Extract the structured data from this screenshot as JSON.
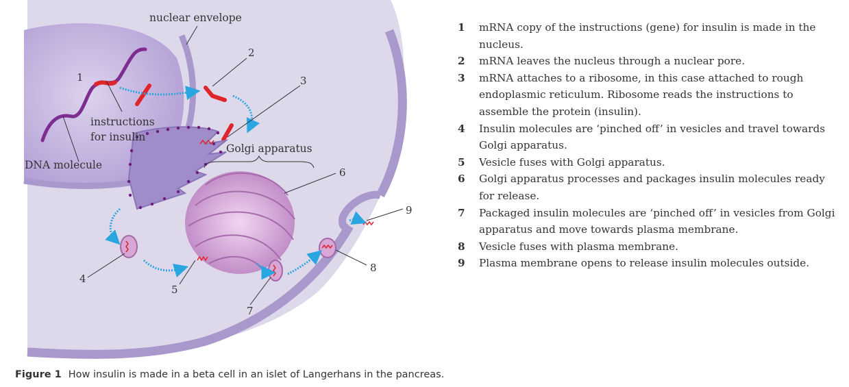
{
  "colors": {
    "cytoplasm": "#ddd8ea",
    "nucleus": "#bcaad8",
    "membrane": "#a898cc",
    "dna": "#7d2c8f",
    "insulin_gene": "#e0242b",
    "arrow": "#29a6e0",
    "golgi": "#c895cc",
    "er_dots": "#6e1d7c"
  },
  "labels": {
    "nuclear_envelope": "nuclear envelope",
    "instructions_line1": "instructions",
    "instructions_line2": "for insulin",
    "dna_molecule": "DNA molecule",
    "golgi_apparatus": "Golgi apparatus"
  },
  "diagram_numbers": [
    "1",
    "2",
    "3",
    "4",
    "5",
    "6",
    "7",
    "8",
    "9"
  ],
  "steps": [
    {
      "n": "1",
      "text": "mRNA copy of the instructions (gene) for insulin is made in the nucleus."
    },
    {
      "n": "2",
      "text": "mRNA leaves the nucleus through a nuclear pore."
    },
    {
      "n": "3",
      "text": "mRNA attaches to a ribosome, in this case attached to rough endoplasmic reticulum. Ribosome reads the instructions to assemble the protein (insulin)."
    },
    {
      "n": "4",
      "text": "Insulin molecules are ‘pinched off’ in vesicles and travel towards Golgi apparatus."
    },
    {
      "n": "5",
      "text": "Vesicle fuses with Golgi apparatus."
    },
    {
      "n": "6",
      "text": "Golgi apparatus processes and packages insulin molecules ready for release."
    },
    {
      "n": "7",
      "text": "Packaged insulin molecules are ‘pinched off’ in vesicles from Golgi apparatus and move towards plasma membrane."
    },
    {
      "n": "8",
      "text": "Vesicle fuses with plasma membrane."
    },
    {
      "n": "9",
      "text": "Plasma membrane opens to release insulin molecules outside."
    }
  ],
  "caption": {
    "label": "Figure 1",
    "text": "How insulin is made in a beta cell in an islet of Langerhans in the pancreas."
  }
}
